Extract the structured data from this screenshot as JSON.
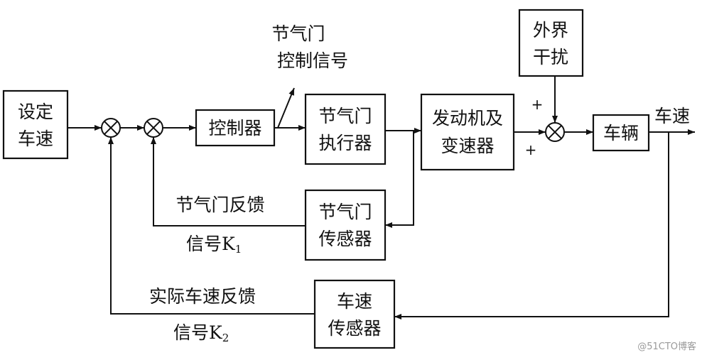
{
  "blocks": {
    "set_speed": [
      "设定",
      "车速"
    ],
    "controller": "控制器",
    "throttle_actuator": [
      "节气门",
      "执行器"
    ],
    "engine": [
      "发动机及",
      "变速器"
    ],
    "disturbance": [
      "外界",
      "干扰"
    ],
    "vehicle": "车辆",
    "throttle_sensor": [
      "节气门",
      "传感器"
    ],
    "speed_sensor": [
      "车速",
      "传感器"
    ]
  },
  "labels": {
    "throttle_signal": [
      "节气门",
      "控制信号"
    ],
    "output": "车速",
    "throttle_feedback": "节气门反馈",
    "throttle_feedback_gain": {
      "prefix": "信号K",
      "sub": "1"
    },
    "speed_feedback": "实际车速反馈",
    "speed_feedback_gain": {
      "prefix": "信号K",
      "sub": "2"
    }
  },
  "signs": {
    "disturbance_plus": "+",
    "engine_plus": "+"
  },
  "watermark": "@51CTO博客"
}
